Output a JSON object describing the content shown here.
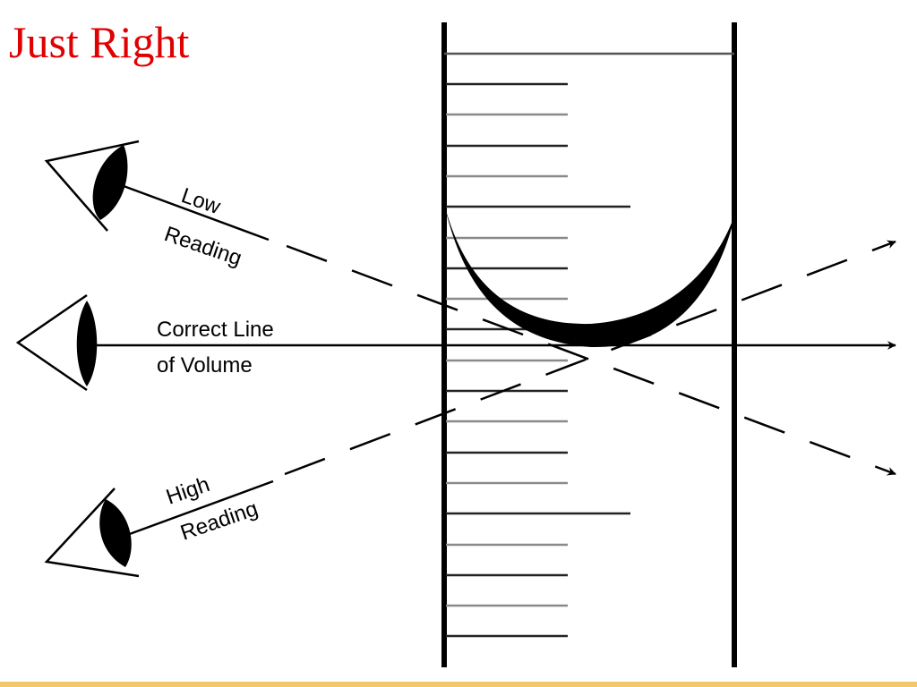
{
  "slide": {
    "title": "Just Right"
  },
  "labels": {
    "low_line1": "Low",
    "low_line2": "Reading",
    "correct_line1": "Correct Line",
    "correct_line2": "of Volume",
    "high_line1": "High",
    "high_line2": "Reading"
  },
  "colors": {
    "title": "#e00000",
    "line": "#000000",
    "graduation": "#222222",
    "graduation_gray": "#8a8a8a",
    "bottom_rule": "#f2c96a"
  }
}
